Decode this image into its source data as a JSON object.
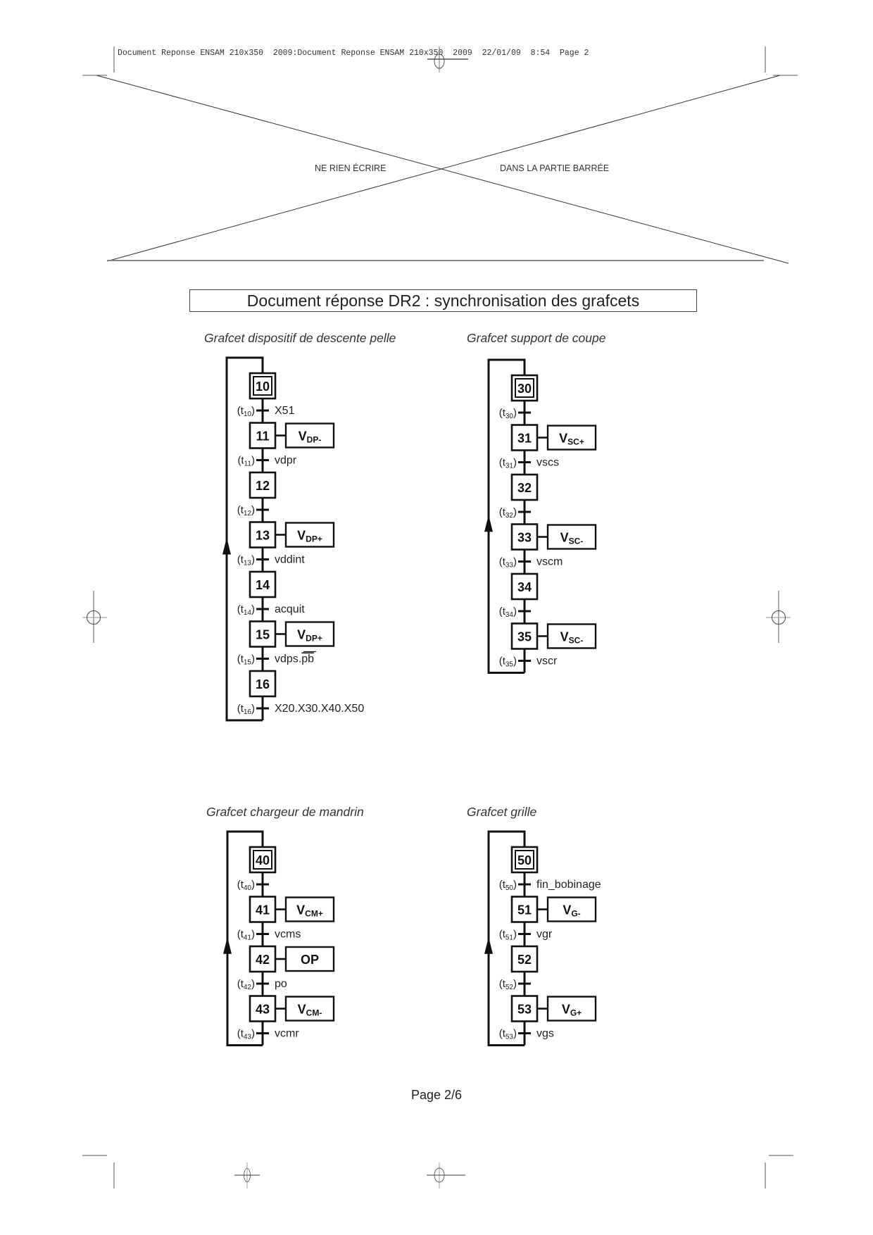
{
  "print_header": "Document Reponse ENSAM 210x350  2009:Document Reponse ENSAM 210x350  2009  22/01/09  8:54  Page 2",
  "barred_zone": {
    "left_text": "NE RIEN ÉCRIRE",
    "right_text": "DANS LA PARTIE BARRÉE"
  },
  "title": "Document réponse DR2 : synchronisation des grafcets",
  "footer": {
    "page": "Page 2/6"
  },
  "grafcets": [
    {
      "caption": "Grafcet dispositif de descente pelle",
      "steps": [
        {
          "num": "10",
          "initial": true,
          "action": null
        },
        {
          "num": "11",
          "initial": false,
          "action": {
            "main": "V",
            "sub": "DP-"
          }
        },
        {
          "num": "12",
          "initial": false,
          "action": null
        },
        {
          "num": "13",
          "initial": false,
          "action": {
            "main": "V",
            "sub": "DP+"
          }
        },
        {
          "num": "14",
          "initial": false,
          "action": null
        },
        {
          "num": "15",
          "initial": false,
          "action": {
            "main": "V",
            "sub": "DP+"
          }
        },
        {
          "num": "16",
          "initial": false,
          "action": null
        }
      ],
      "transitions": [
        {
          "label": "(t",
          "sub": "10",
          "close": ")",
          "receptivity": "X51",
          "overline": ""
        },
        {
          "label": "(t",
          "sub": "11",
          "close": ")",
          "receptivity": "vdpr",
          "overline": ""
        },
        {
          "label": "(t",
          "sub": "12",
          "close": ")",
          "receptivity": "",
          "overline": ""
        },
        {
          "label": "(t",
          "sub": "13",
          "close": ")",
          "receptivity": "vddint",
          "overline": ""
        },
        {
          "label": "(t",
          "sub": "14",
          "close": ")",
          "receptivity": "acquit",
          "overline": ""
        },
        {
          "label": "(t",
          "sub": "15",
          "close": ")",
          "receptivity": "vdps.",
          "overline": "pb"
        },
        {
          "label": "(t",
          "sub": "16",
          "close": ")",
          "receptivity": "X20.X30.X40.X50",
          "overline": ""
        }
      ]
    },
    {
      "caption": "Grafcet support de coupe",
      "steps": [
        {
          "num": "30",
          "initial": true,
          "action": null
        },
        {
          "num": "31",
          "initial": false,
          "action": {
            "main": "V",
            "sub": "SC+"
          }
        },
        {
          "num": "32",
          "initial": false,
          "action": null
        },
        {
          "num": "33",
          "initial": false,
          "action": {
            "main": "V",
            "sub": "SC-"
          }
        },
        {
          "num": "34",
          "initial": false,
          "action": null
        },
        {
          "num": "35",
          "initial": false,
          "action": {
            "main": "V",
            "sub": "SC-"
          }
        }
      ],
      "transitions": [
        {
          "label": "(t",
          "sub": "30",
          "close": ")",
          "receptivity": "",
          "overline": ""
        },
        {
          "label": "(t",
          "sub": "31",
          "close": ")",
          "receptivity": "vscs",
          "overline": ""
        },
        {
          "label": "(t",
          "sub": "32",
          "close": ")",
          "receptivity": "",
          "overline": ""
        },
        {
          "label": "(t",
          "sub": "33",
          "close": ")",
          "receptivity": "vscm",
          "overline": ""
        },
        {
          "label": "(t",
          "sub": "34",
          "close": ")",
          "receptivity": "",
          "overline": ""
        },
        {
          "label": "(t",
          "sub": "35",
          "close": ")",
          "receptivity": "vscr",
          "overline": ""
        }
      ]
    },
    {
      "caption": "Grafcet chargeur de mandrin",
      "steps": [
        {
          "num": "40",
          "initial": true,
          "action": null
        },
        {
          "num": "41",
          "initial": false,
          "action": {
            "main": "V",
            "sub": "CM+"
          }
        },
        {
          "num": "42",
          "initial": false,
          "action": {
            "main": "OP",
            "sub": ""
          }
        },
        {
          "num": "43",
          "initial": false,
          "action": {
            "main": "V",
            "sub": "CM-"
          }
        }
      ],
      "transitions": [
        {
          "label": "(t",
          "sub": "40",
          "close": ")",
          "receptivity": "",
          "overline": ""
        },
        {
          "label": "(t",
          "sub": "41",
          "close": ")",
          "receptivity": "vcms",
          "overline": ""
        },
        {
          "label": "(t",
          "sub": "42",
          "close": ")",
          "receptivity": "po",
          "overline": ""
        },
        {
          "label": "(t",
          "sub": "43",
          "close": ")",
          "receptivity": "vcmr",
          "overline": ""
        }
      ]
    },
    {
      "caption": "Grafcet grille",
      "steps": [
        {
          "num": "50",
          "initial": true,
          "action": null
        },
        {
          "num": "51",
          "initial": false,
          "action": {
            "main": "V",
            "sub": "G-"
          }
        },
        {
          "num": "52",
          "initial": false,
          "action": null
        },
        {
          "num": "53",
          "initial": false,
          "action": {
            "main": "V",
            "sub": "G+"
          }
        }
      ],
      "transitions": [
        {
          "label": "(t",
          "sub": "50",
          "close": ")",
          "receptivity": "fin_bobinage",
          "overline": ""
        },
        {
          "label": "(t",
          "sub": "51",
          "close": ")",
          "receptivity": "vgr",
          "overline": ""
        },
        {
          "label": "(t",
          "sub": "52",
          "close": ")",
          "receptivity": "",
          "overline": ""
        },
        {
          "label": "(t",
          "sub": "53",
          "close": ")",
          "receptivity": "vgs",
          "overline": ""
        }
      ]
    }
  ]
}
